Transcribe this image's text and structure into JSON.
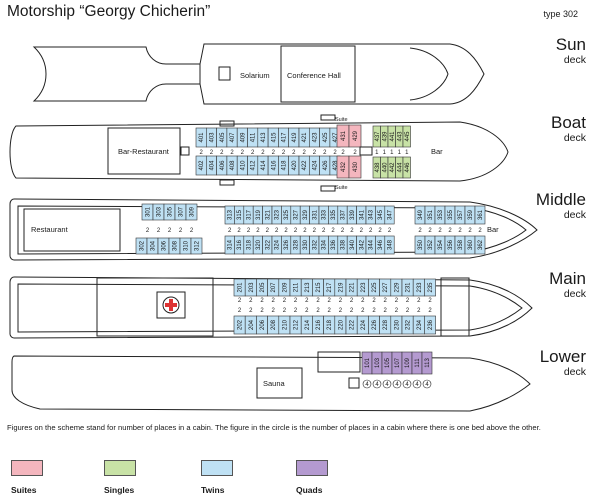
{
  "header": {
    "title": "Motorship “Georgy Chicherin”",
    "type": "type 302"
  },
  "decks": {
    "sun": {
      "name": "Sun",
      "suffix": "deck",
      "rooms": {
        "solarium": "Solarium",
        "conference": "Conference Hall"
      }
    },
    "boat": {
      "name": "Boat",
      "suffix": "deck",
      "rooms": {
        "restaurant": "Bar-Restaurant",
        "bar": "Bar",
        "suite": "Suite"
      }
    },
    "middle": {
      "name": "Middle",
      "suffix": "deck",
      "rooms": {
        "restaurant": "Restaurant",
        "bar": "Bar"
      }
    },
    "main": {
      "name": "Main",
      "suffix": "deck"
    },
    "lower": {
      "name": "Lower",
      "suffix": "deck",
      "rooms": {
        "sauna": "Sauna"
      }
    }
  },
  "cabins": {
    "boat_top": [
      "401",
      "403",
      "405",
      "407",
      "409",
      "411",
      "413",
      "415",
      "417",
      "419",
      "421",
      "423",
      "425",
      "427"
    ],
    "boat_bottom": [
      "402",
      "404",
      "406",
      "408",
      "410",
      "412",
      "414",
      "416",
      "418",
      "420",
      "422",
      "424",
      "426",
      "428"
    ],
    "boat_suites_top": [
      "431",
      "429"
    ],
    "boat_suites_bottom": [
      "432",
      "430"
    ],
    "boat_singles_top": [
      "437",
      "439",
      "441",
      "443",
      "445"
    ],
    "boat_singles_bottom": [
      "438",
      "440",
      "442",
      "444",
      "446"
    ],
    "middle_fwd_top": [
      "301",
      "303",
      "305",
      "307",
      "309"
    ],
    "middle_fwd_bottom": [
      "302",
      "304",
      "306",
      "308",
      "310",
      "312"
    ],
    "middle_mid_top": [
      "313",
      "315",
      "317",
      "319",
      "321",
      "323",
      "325",
      "327",
      "329",
      "331",
      "333",
      "335",
      "337",
      "339",
      "341",
      "343",
      "345",
      "347"
    ],
    "middle_mid_bottom": [
      "314",
      "316",
      "318",
      "320",
      "322",
      "324",
      "326",
      "328",
      "330",
      "332",
      "334",
      "336",
      "338",
      "340",
      "342",
      "344",
      "346",
      "348"
    ],
    "middle_aft_top": [
      "349",
      "351",
      "353",
      "355",
      "357",
      "359",
      "361"
    ],
    "middle_aft_bottom": [
      "350",
      "352",
      "354",
      "356",
      "358",
      "360",
      "362"
    ],
    "main_top": [
      "201",
      "203",
      "205",
      "207",
      "209",
      "211",
      "213",
      "215",
      "217",
      "219",
      "221",
      "223",
      "225",
      "227",
      "229",
      "231",
      "233",
      "235"
    ],
    "main_bottom": [
      "202",
      "204",
      "206",
      "208",
      "210",
      "212",
      "214",
      "216",
      "218",
      "220",
      "222",
      "224",
      "226",
      "228",
      "230",
      "232",
      "234",
      "236"
    ],
    "lower_top": [
      "101",
      "103",
      "105",
      "107",
      "109",
      "111",
      "113"
    ],
    "lower_places": [
      "4",
      "4",
      "4",
      "4",
      "4",
      "4",
      "4"
    ]
  },
  "places": {
    "twin": "2",
    "suite": "2",
    "single": "1"
  },
  "note": "Figures on the scheme stand for number of places in a cabin. The figure in the circle is the number of places in a cabin where there is one bed above the other.",
  "legend": [
    {
      "label": "Suites",
      "color": "#f4b6be"
    },
    {
      "label": "Singles",
      "color": "#c8e2a6"
    },
    {
      "label": "Twins",
      "color": "#bfe1f4"
    },
    {
      "label": "Quads",
      "color": "#b49ad0"
    }
  ],
  "colors": {
    "twin": "#bfe1f4",
    "suite": "#f4b6be",
    "single": "#c8e2a6",
    "quad": "#b49ad0"
  }
}
